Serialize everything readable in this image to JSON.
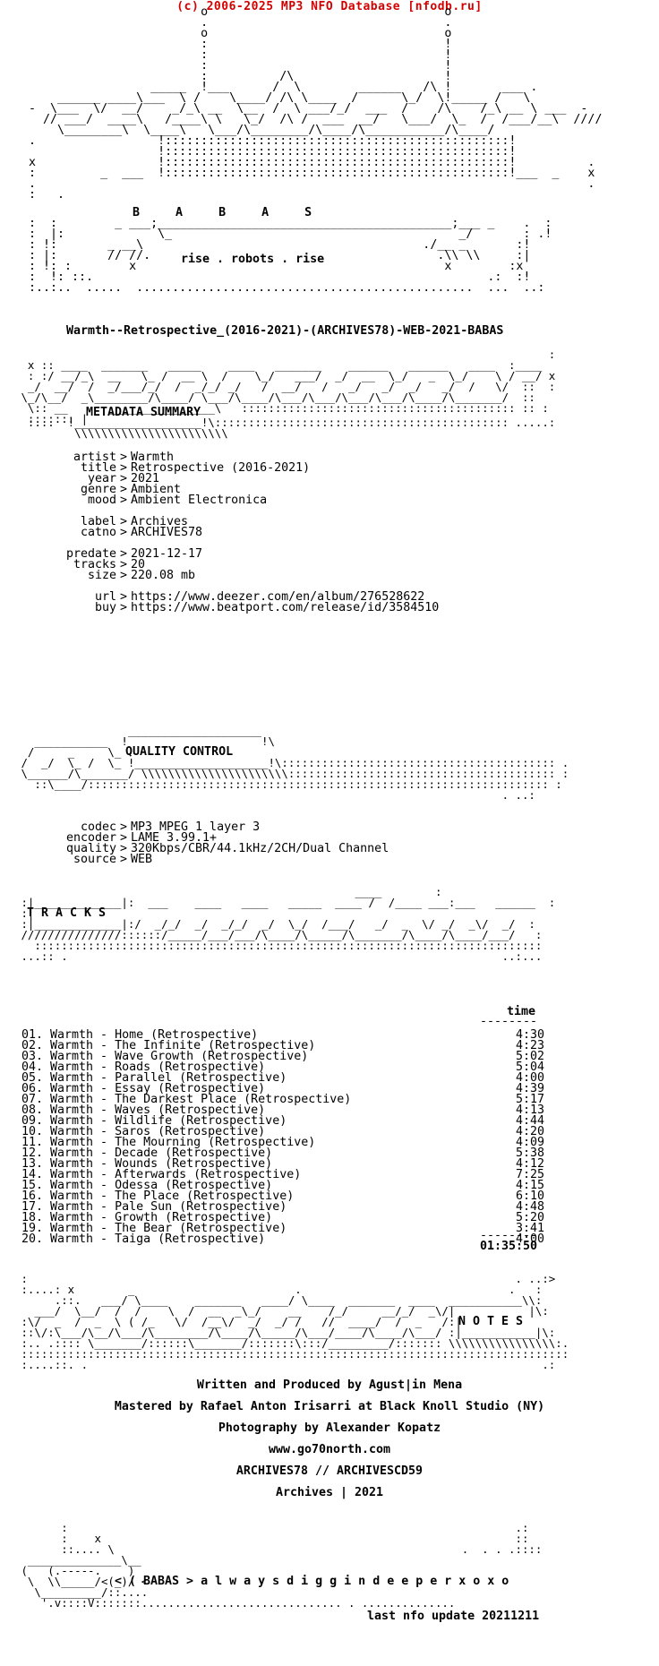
{
  "banner": "(c) 2006-2025 MP3 NFO Database [nfodb.ru]",
  "logo": {
    "group_letters": "B     A     B     A     S",
    "tagline": "rise . robots . rise"
  },
  "release_name": "Warmth--Retrospective_(2016-2021)-(ARCHIVES78)-WEB-2021-BABAS",
  "metadata": {
    "heading": "METADATA SUMMARY",
    "rows": [
      {
        "key": "artist",
        "value": "Warmth"
      },
      {
        "key": "title",
        "value": "Retrospective (2016-2021)"
      },
      {
        "key": "year",
        "value": "2021"
      },
      {
        "key": "genre",
        "value": "Ambient"
      },
      {
        "key": "mood",
        "value": "Ambient Electronica"
      },
      {
        "key": "label",
        "value": "Archives"
      },
      {
        "key": "catno",
        "value": "ARCHIVES78"
      },
      {
        "key": "predate",
        "value": "2021-12-17"
      },
      {
        "key": "tracks",
        "value": "20"
      },
      {
        "key": "size",
        "value": "220.08 mb"
      },
      {
        "key": "url",
        "value": "https://www.deezer.com/en/album/276528622"
      },
      {
        "key": "buy",
        "value": "https://www.beatport.com/release/id/3584510"
      }
    ]
  },
  "quality": {
    "heading": "QUALITY CONTROL",
    "rows": [
      {
        "key": "codec",
        "value": "MP3 MPEG 1 layer 3"
      },
      {
        "key": "encoder",
        "value": "LAME 3.99.1+"
      },
      {
        "key": "quality",
        "value": "320Kbps/CBR/44.1kHz/2CH/Dual Channel"
      },
      {
        "key": "source",
        "value": "WEB"
      }
    ]
  },
  "tracklist": {
    "heading": "T R A C K S",
    "time_header": "time",
    "rule": "--------",
    "tracks": [
      {
        "label": "01. Warmth - Home (Retrospective)",
        "time": "4:30"
      },
      {
        "label": "02. Warmth - The Infinite (Retrospective)",
        "time": "4:23"
      },
      {
        "label": "03. Warmth - Wave Growth (Retrospective)",
        "time": "5:02"
      },
      {
        "label": "04. Warmth - Roads (Retrospective)",
        "time": "5:04"
      },
      {
        "label": "05. Warmth - Parallel (Retrospective)",
        "time": "4:00"
      },
      {
        "label": "06. Warmth - Essay (Retrospective)",
        "time": "4:39"
      },
      {
        "label": "07. Warmth - The Darkest Place (Retrospective)",
        "time": "5:17"
      },
      {
        "label": "08. Warmth - Waves (Retrospective)",
        "time": "4:13"
      },
      {
        "label": "09. Warmth - Wildlife (Retrospective)",
        "time": "4:44"
      },
      {
        "label": "10. Warmth - Saros (Retrospective)",
        "time": "4:20"
      },
      {
        "label": "11. Warmth - The Mourning (Retrospective)",
        "time": "4:09"
      },
      {
        "label": "12. Warmth - Decade (Retrospective)",
        "time": "5:38"
      },
      {
        "label": "13. Warmth - Wounds (Retrospective)",
        "time": "4:12"
      },
      {
        "label": "14. Warmth - Afterwards (Retrospective)",
        "time": "7:25"
      },
      {
        "label": "15. Warmth - Odessa (Retrospective)",
        "time": "4:15"
      },
      {
        "label": "16. Warmth - The Place (Retrospective)",
        "time": "6:10"
      },
      {
        "label": "17. Warmth - Pale Sun (Retrospective)",
        "time": "4:48"
      },
      {
        "label": "18. Warmth - Growth (Retrospective)",
        "time": "5:20"
      },
      {
        "label": "19. Warmth - The Bear (Retrospective)",
        "time": "3:41"
      },
      {
        "label": "20. Warmth - Taiga (Retrospective)",
        "time": "4:00"
      }
    ],
    "total_rule": "--------",
    "total": "01:35:50"
  },
  "notes": {
    "heading": "N O T E S",
    "lines": [
      "Written and Produced by Agust|in Mena",
      "Mastered by Rafael Anton Irisarri at Black Knoll Studio (NY)",
      "Photography by Alexander Kopatz",
      "www.go70north.com",
      "ARCHIVES78 // ARCHIVESCD59",
      "Archives | 2021"
    ]
  },
  "footer": {
    "motto": "< ( BABAS > a l w a y s d i g g i n d e e p e r x o x o",
    "last_update": "last nfo update 20211211"
  }
}
